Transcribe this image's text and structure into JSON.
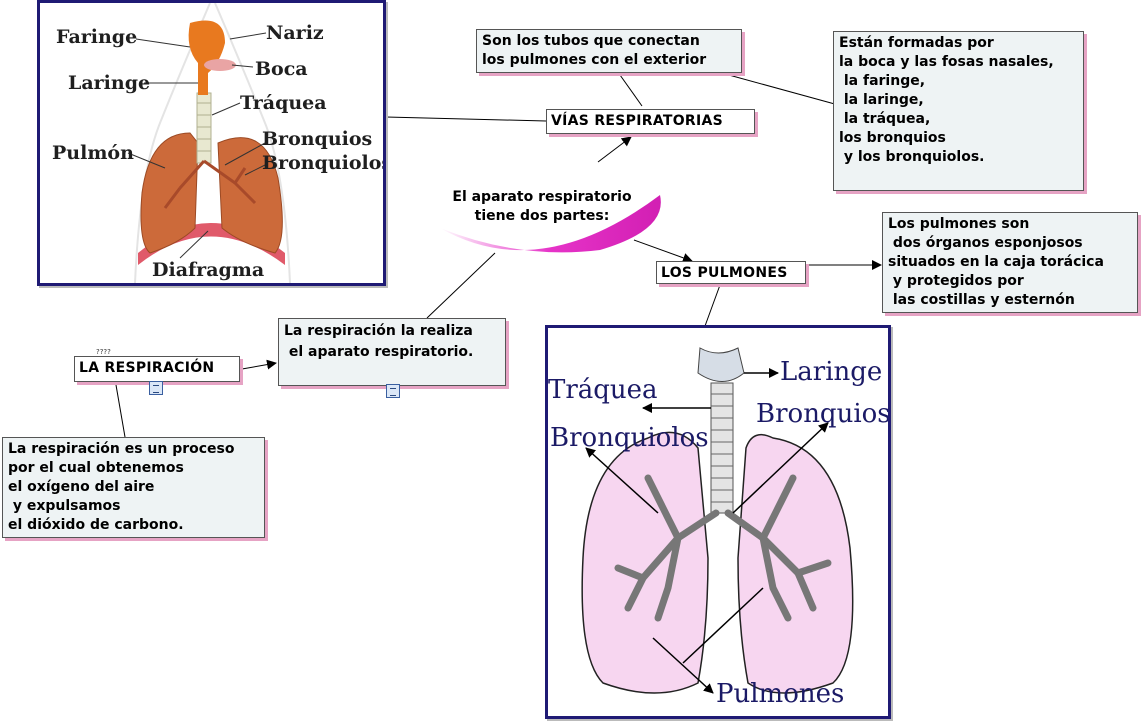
{
  "center_topic": "El aparato respiratorio\ntiene dos partes:",
  "vias": {
    "label": "VÍAS RESPIRATORIAS"
  },
  "pulmones": {
    "label": "LOS PULMONES"
  },
  "respiracion": {
    "label": "LA RESPIRACIÓN",
    "icon_caption": "????"
  },
  "tubos_note": "Son los tubos que conectan\nlos pulmones con el exterior",
  "formadas_note": "Están formadas por\nla boca y las fosas nasales,\n la faringe,\n la laringe,\n la tráquea,\nlos bronquios\n y los bronquiolos.",
  "pulmones_note": "Los pulmones son\n dos órganos esponjosos\nsituados en la caja torácica\n y protegidos por\n las costillas y esternón",
  "realiza_note": "La respiración la realiza\n el aparato respiratorio.",
  "proceso_note": "La respiración es un proceso\npor el cual obtenemos\nel oxígeno del aire\n y expulsamos\nel dióxido de carbono.",
  "image1_labels": {
    "faringe": "Faringe",
    "nariz": "Nariz",
    "boca": "Boca",
    "laringe": "Laringe",
    "traquea": "Tráquea",
    "pulmon": "Pulmón",
    "bronquios": "Bronquios",
    "bronquiolos": "Bronquiolos",
    "diafragma": "Diafragma"
  },
  "image2_labels": {
    "traquea": "Tráquea",
    "laringe": "Laringe",
    "bronquios": "Bronquios",
    "bronquiolos": "Bronquiolos",
    "pulmones": "Pulmones"
  },
  "colors": {
    "accent_shadow": "#e6a3c4",
    "frame": "#1f1a74",
    "center_arc": "#e633c8"
  }
}
